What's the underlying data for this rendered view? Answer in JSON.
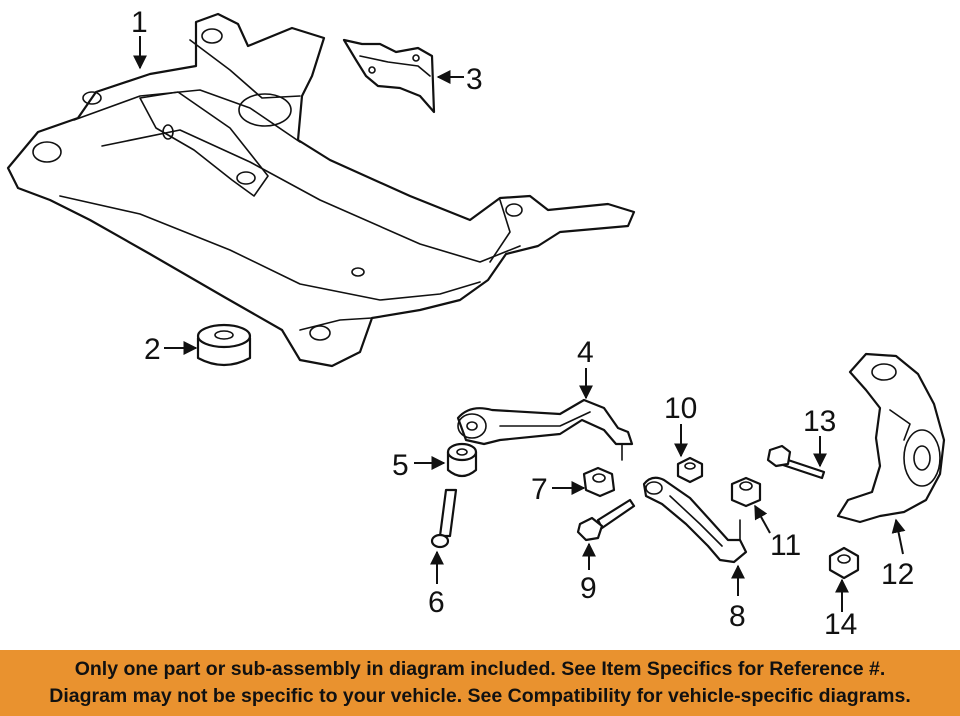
{
  "callouts": [
    "1",
    "2",
    "3",
    "4",
    "5",
    "6",
    "7",
    "8",
    "9",
    "10",
    "11",
    "12",
    "13",
    "14"
  ],
  "parts": [
    "subframe",
    "mount-bushing",
    "heat-shield",
    "upper-control-arm",
    "arm-bushing",
    "bushing-bolt",
    "arm-nut",
    "lower-control-arm",
    "arm-bolt",
    "ball-joint-nut",
    "lock-nut",
    "steering-knuckle",
    "knuckle-bolt",
    "hub-nut"
  ],
  "banner": {
    "line1": "Only one part or sub-assembly in diagram included. See Item Specifics for Reference #.",
    "line2": "Diagram may not be specific to your vehicle. See Compatibility for vehicle-specific diagrams.",
    "background": "#e9922f"
  }
}
